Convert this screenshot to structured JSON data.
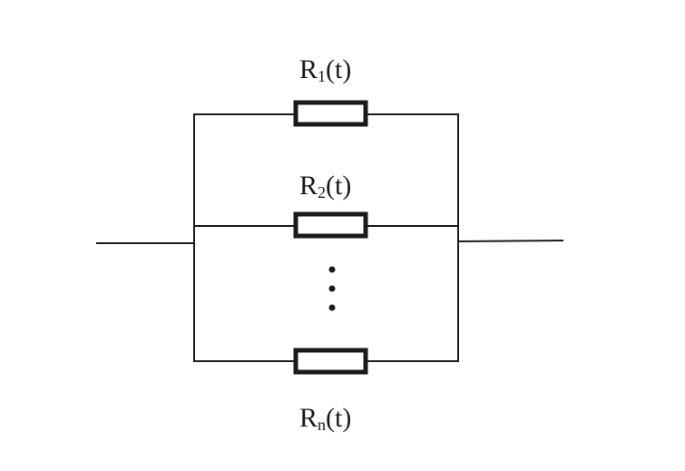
{
  "diagram": {
    "line_color": "#1a1a1a",
    "resistors": [
      {
        "letter": "R",
        "subscript": "1",
        "argument": "(t)"
      },
      {
        "letter": "R",
        "subscript": "2",
        "argument": "(t)"
      },
      {
        "letter": "R",
        "subscript": "n",
        "argument": "(t)"
      }
    ],
    "ellipsis_icon": "vertical-ellipsis-icon"
  }
}
